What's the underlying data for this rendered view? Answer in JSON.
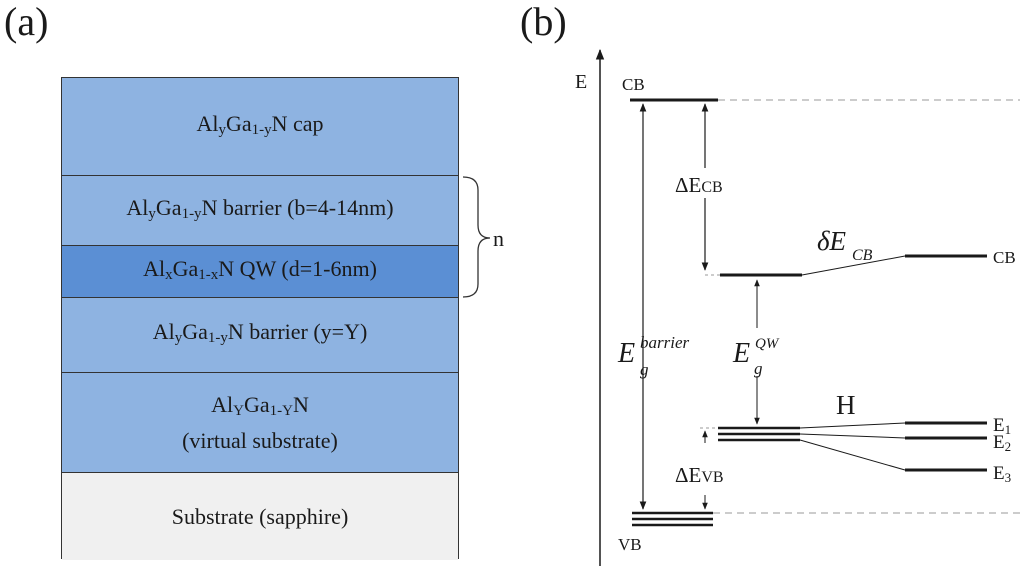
{
  "panels": {
    "a": "(a)",
    "b": "(b)"
  },
  "layer_stack": {
    "layers": [
      {
        "id": "cap",
        "parts": [
          [
            "Al",
            ""
          ],
          [
            "y",
            "sub"
          ],
          [
            "Ga",
            ""
          ],
          [
            "1-y",
            "sub"
          ],
          [
            "N cap",
            ""
          ]
        ],
        "color": "#8eb3e1"
      },
      {
        "id": "barrier-top",
        "parts": [
          [
            "Al",
            ""
          ],
          [
            "y",
            "sub"
          ],
          [
            "Ga",
            ""
          ],
          [
            "1-y",
            "sub"
          ],
          [
            "N barrier (b=4-14nm)",
            ""
          ]
        ],
        "color": "#8eb3e1"
      },
      {
        "id": "qw",
        "parts": [
          [
            "Al",
            ""
          ],
          [
            "x",
            "sub"
          ],
          [
            "Ga",
            ""
          ],
          [
            "1-x",
            "sub"
          ],
          [
            "N QW (d=1-6nm)",
            ""
          ]
        ],
        "color": "#5b8fd4"
      },
      {
        "id": "barrier-bottom",
        "parts": [
          [
            "Al",
            ""
          ],
          [
            "y",
            "sub"
          ],
          [
            "Ga",
            ""
          ],
          [
            "1-y",
            "sub"
          ],
          [
            "N barrier (y=Y)",
            ""
          ]
        ],
        "color": "#8eb3e1"
      },
      {
        "id": "virtual-substrate",
        "parts": [
          [
            "Al",
            ""
          ],
          [
            "Y",
            "sub"
          ],
          [
            "Ga",
            ""
          ],
          [
            "1-Y",
            "sub"
          ],
          [
            "N",
            ""
          ]
        ],
        "line2": "(virtual substrate)",
        "color": "#8eb3e1"
      },
      {
        "id": "substrate",
        "parts": [
          [
            "Substrate (sapphire)",
            ""
          ]
        ],
        "color": "#f0f0f0"
      }
    ],
    "repeat_label": "n"
  },
  "band_diagram": {
    "axis_label": "E",
    "cb_barrier_label": "CB",
    "vb_barrier_label": "VB",
    "cb_qw_label": "CB",
    "delta_ecb": {
      "main": "ΔE",
      "sub": "CB"
    },
    "delta_evb": {
      "main": "ΔE",
      "sub": "VB"
    },
    "eg_barrier": {
      "main": "E",
      "sub": "g",
      "sup": "barrier"
    },
    "eg_qw": {
      "main": "E",
      "sub": "g",
      "sup": "QW"
    },
    "delta_cb_shift": {
      "main": "δE",
      "sub": "CB"
    },
    "hole_group_label": "H",
    "hole_levels": [
      {
        "main": "E",
        "sub": "1"
      },
      {
        "main": "E",
        "sub": "2"
      },
      {
        "main": "E",
        "sub": "3"
      }
    ]
  }
}
